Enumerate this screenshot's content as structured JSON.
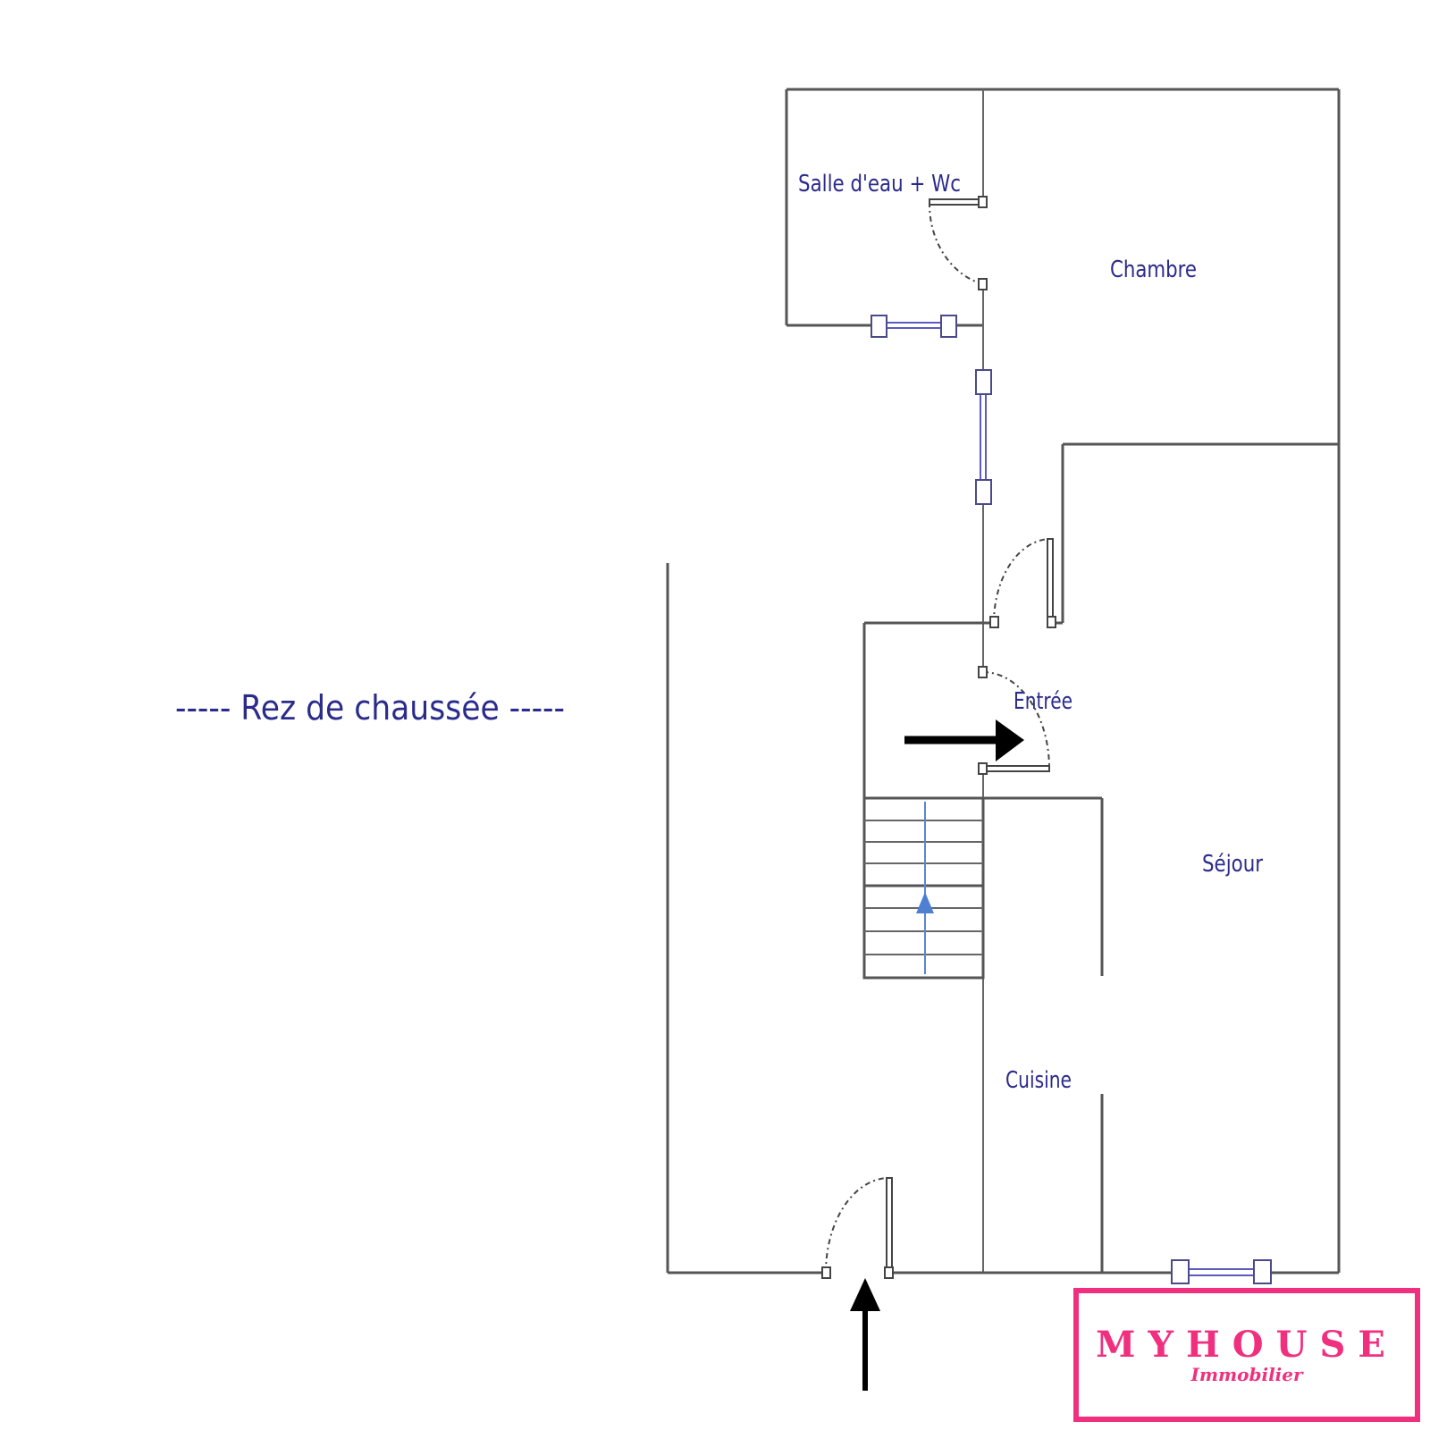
{
  "plan": {
    "title": "----- Rez de chaussée -----",
    "rooms": {
      "salle_eau": "Salle d'eau + Wc",
      "chambre": "Chambre",
      "entree": "Entrée",
      "sejour": "Séjour",
      "cuisine": "Cuisine"
    }
  },
  "logo": {
    "name": "MYHOUSE",
    "subtitle": "Immobilier"
  },
  "colors": {
    "label": "#2b2b8c",
    "brand": "#f0307f",
    "wall": "#555555"
  }
}
